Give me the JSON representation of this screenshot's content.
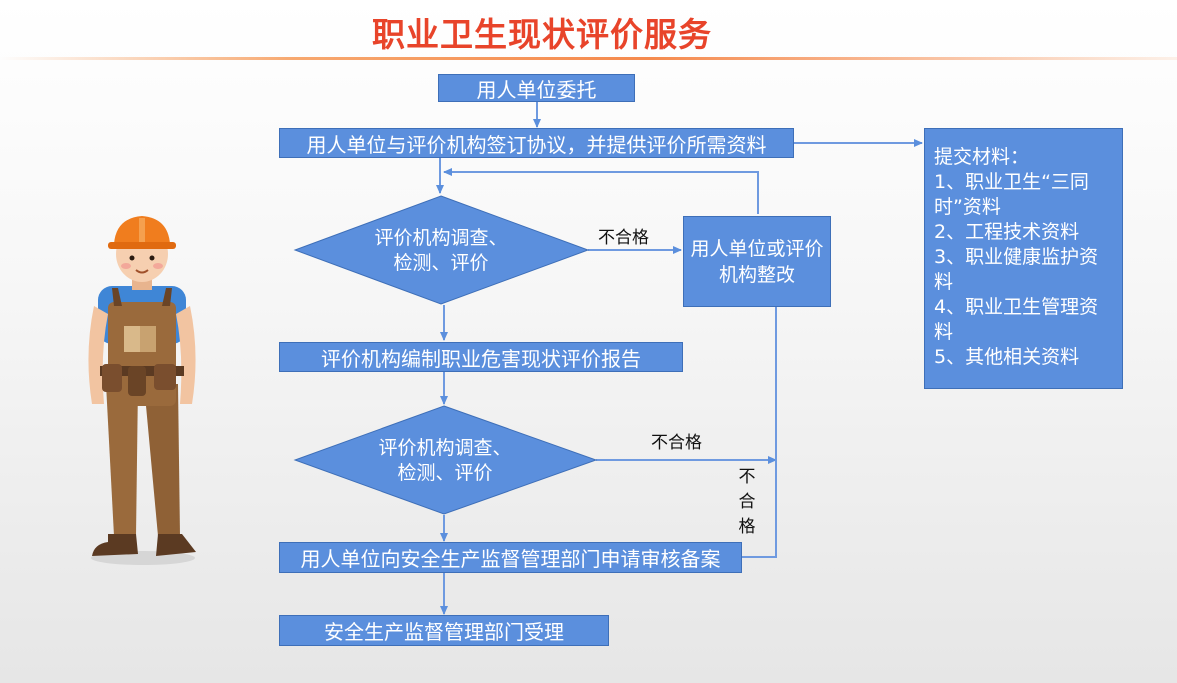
{
  "title": "职业卫生现状评价服务",
  "steps": {
    "s1": "用人单位委托",
    "s2": "用人单位与评价机构签订协议，并提供评价所需资料",
    "d1": "评价机构调查、检测、评价",
    "fix": "用人单位或评价机构整改",
    "s3": "评价机构编制职业危害现状评价报告",
    "d2": "评价机构调查、检测、评价",
    "s4": "用人单位向安全生产监督管理部门申请审核备案",
    "s5": "安全生产监督管理部门受理"
  },
  "labels": {
    "fail1": "不合格",
    "fail2": "不合格",
    "fail3": "不合格"
  },
  "materials": {
    "heading": "提交材料：",
    "items": [
      "1、职业卫生“三同时”资料",
      "2、工程技术资料",
      "3、职业健康监护资料",
      "4、职业卫生管理资料",
      "5、其他相关资料"
    ]
  },
  "colors": {
    "box_fill": "#5b8fdd",
    "box_border": "#3e6fb8",
    "title": "#e8442a"
  },
  "illustration": "worker-with-hard-hat"
}
